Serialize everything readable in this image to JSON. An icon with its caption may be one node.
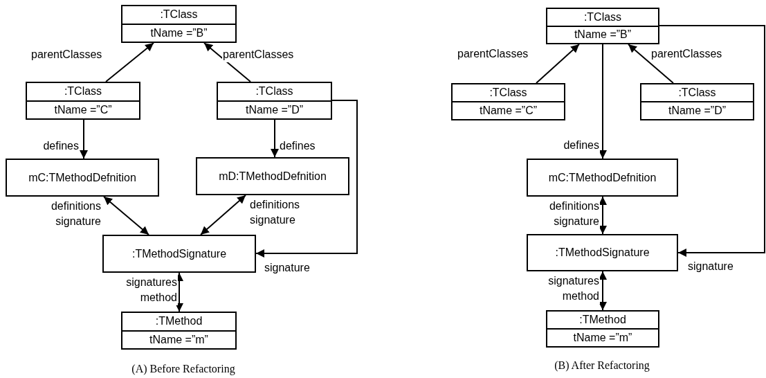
{
  "diagram": {
    "nodes": [
      {
        "text": [
          ":TClass",
          "tName =”B”"
        ]
      },
      {
        "text": [
          ":TClass",
          "tName =”C”"
        ]
      },
      {
        "text": [
          ":TClass",
          "tName =”D”"
        ]
      },
      {
        "text": [
          "mC:TMethodDefnition"
        ]
      },
      {
        "text": [
          "mD:TMethodDefnition"
        ]
      },
      {
        "text": [
          ":TMethodSignature"
        ]
      },
      {
        "text": [
          ":TMethod",
          "tName =”m”"
        ]
      },
      {
        "text": [
          ":TClass",
          "tName =”B”"
        ]
      },
      {
        "text": [
          ":TClass",
          "tName =”C”"
        ]
      },
      {
        "text": [
          ":TClass",
          "tName =”D”"
        ]
      },
      {
        "text": [
          "mC:TMethodDefnition"
        ]
      },
      {
        "text": [
          ":TMethodSignature"
        ]
      },
      {
        "text": [
          ":TMethod",
          "tName =”m”"
        ]
      }
    ],
    "edges": [
      {
        "from": 1,
        "to": 0,
        "arrow": "to",
        "label": "parentClasses"
      },
      {
        "from": 2,
        "to": 0,
        "arrow": "to",
        "label": "parentClasses"
      },
      {
        "from": 1,
        "to": 3,
        "arrow": "to",
        "label": "defines"
      },
      {
        "from": 2,
        "to": 4,
        "arrow": "to",
        "label": "defines"
      },
      {
        "from": 3,
        "to": 5,
        "arrow": "both",
        "label": "definitions signature"
      },
      {
        "from": 4,
        "to": 5,
        "arrow": "both",
        "label": "definitions signature"
      },
      {
        "from": 2,
        "to": 5,
        "arrow": "to",
        "label": "signature"
      },
      {
        "from": 5,
        "to": 6,
        "arrow": "both",
        "label": "signatures method"
      },
      {
        "from": 8,
        "to": 7,
        "arrow": "to",
        "label": "parentClasses"
      },
      {
        "from": 9,
        "to": 7,
        "arrow": "to",
        "label": "parentClasses"
      },
      {
        "from": 7,
        "to": 10,
        "arrow": "to",
        "label": "defines"
      },
      {
        "from": 10,
        "to": 11,
        "arrow": "both",
        "label": "definitions signature"
      },
      {
        "from": 7,
        "to": 11,
        "arrow": "to",
        "label": "signature"
      },
      {
        "from": 11,
        "to": 12,
        "arrow": "both",
        "label": "signatures method"
      }
    ],
    "labels": [
      "(A) Before Refactoring",
      "(B) After Refactoring"
    ]
  }
}
